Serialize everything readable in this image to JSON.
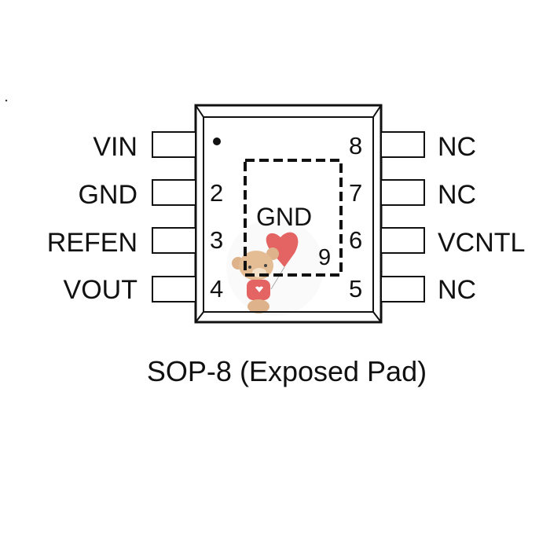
{
  "diagram": {
    "caption": "SOP-8 (Exposed Pad)",
    "pad_label": "GND",
    "pad_number": "9",
    "left_pins": [
      {
        "number": "1",
        "name": "VIN",
        "number_shown_as": "dot"
      },
      {
        "number": "2",
        "name": "GND"
      },
      {
        "number": "3",
        "name": "REFEN"
      },
      {
        "number": "4",
        "name": "VOUT"
      }
    ],
    "right_pins": [
      {
        "number": "8",
        "name": "NC"
      },
      {
        "number": "7",
        "name": "NC"
      },
      {
        "number": "6",
        "name": "VCNTL"
      },
      {
        "number": "5",
        "name": "NC"
      }
    ]
  }
}
